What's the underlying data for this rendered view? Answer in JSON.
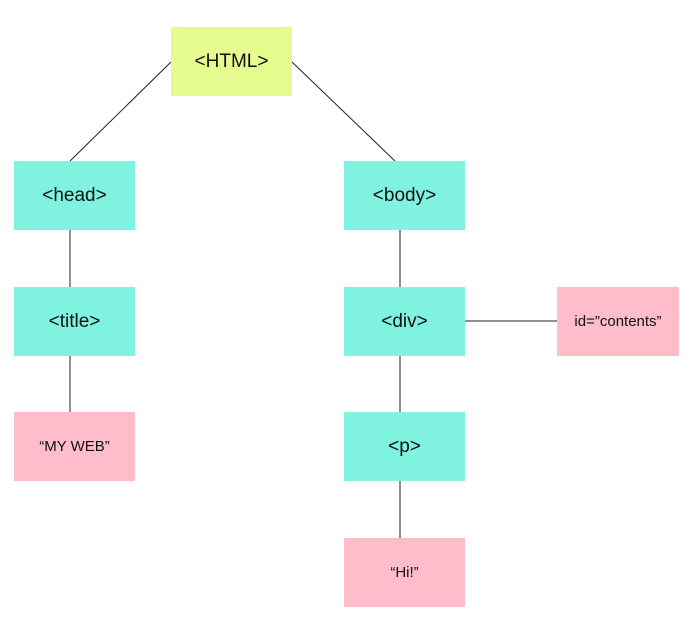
{
  "diagram": {
    "nodes": {
      "html": "<HTML>",
      "head": "<head>",
      "body": "<body>",
      "title": "<title>",
      "div": "<div>",
      "div_attribute": "id=”contents”",
      "title_text": "“MY WEB”",
      "p": "<p>",
      "p_text": "“Hi!”"
    },
    "edges": [
      {
        "from": "html",
        "to": "head"
      },
      {
        "from": "html",
        "to": "body"
      },
      {
        "from": "head",
        "to": "title"
      },
      {
        "from": "title",
        "to": "title_text"
      },
      {
        "from": "body",
        "to": "div"
      },
      {
        "from": "div",
        "to": "div_attribute"
      },
      {
        "from": "div",
        "to": "p"
      },
      {
        "from": "p",
        "to": "p_text"
      }
    ],
    "colors": {
      "root_node": "#e6fb8e",
      "element_node": "#7ff3e0",
      "text_node": "#ffbccb",
      "connector": "#222222"
    }
  }
}
